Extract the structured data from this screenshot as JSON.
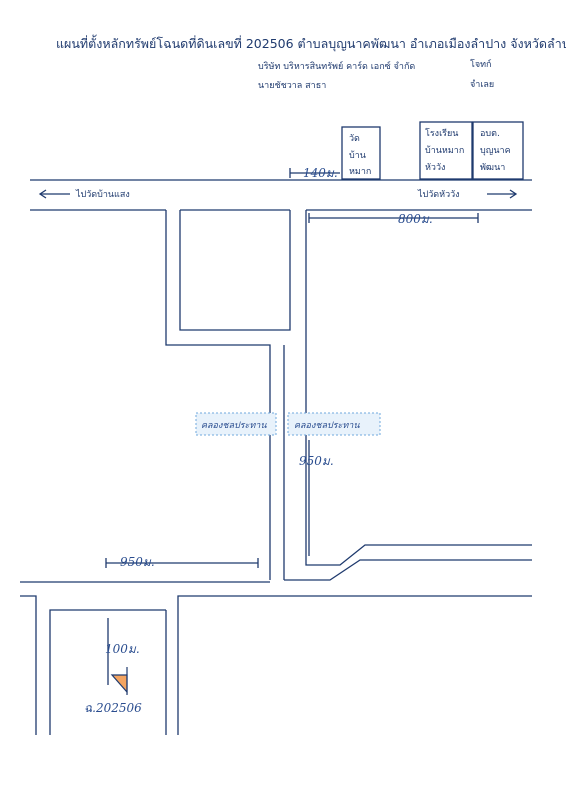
{
  "header": {
    "title": "แผนที่ตั้งหลักทรัพย์โฉนดที่ดินเลขที่   202506   ตำบลบุญนาคพัฒนา   อำเภอเมืองลำปาง  จังหวัดลำปาง",
    "company": "บริษัท บริหารสินทรัพย์ คาร์ด เอกซ์ จำกัด",
    "plaintiff_role": "โจทก์",
    "defendant": "นายชัชวาล สาธา",
    "defendant_role": "จำเลย"
  },
  "landmarks": {
    "temple_l1": "วัด",
    "temple_l2": "บ้าน",
    "temple_l3": "หมาก",
    "school_l1": "โรงเรียน",
    "school_l2": "บ้านหมาก",
    "school_l3": "หัววัง",
    "sao_l1": "อบต.",
    "sao_l2": "บุญนาค",
    "sao_l3": "พัฒนา"
  },
  "roads": {
    "to_west": "ไปวัดบ้านแสง",
    "to_east": "ไปวัดหัววัง"
  },
  "measurements": {
    "d140": "140ม.",
    "d800": "800ม.",
    "d950_vertical": "950ม.",
    "d950_horizontal": "950ม.",
    "d100": "100ม."
  },
  "canal": {
    "label_left": "คลองชลประทาน",
    "label_right": "คลองชลประทาน"
  },
  "parcel": {
    "label": "ฉ.202506",
    "color": "#f4a460"
  },
  "colors": {
    "ink": "#1f3a6e",
    "canal": "#6fa8dc"
  }
}
